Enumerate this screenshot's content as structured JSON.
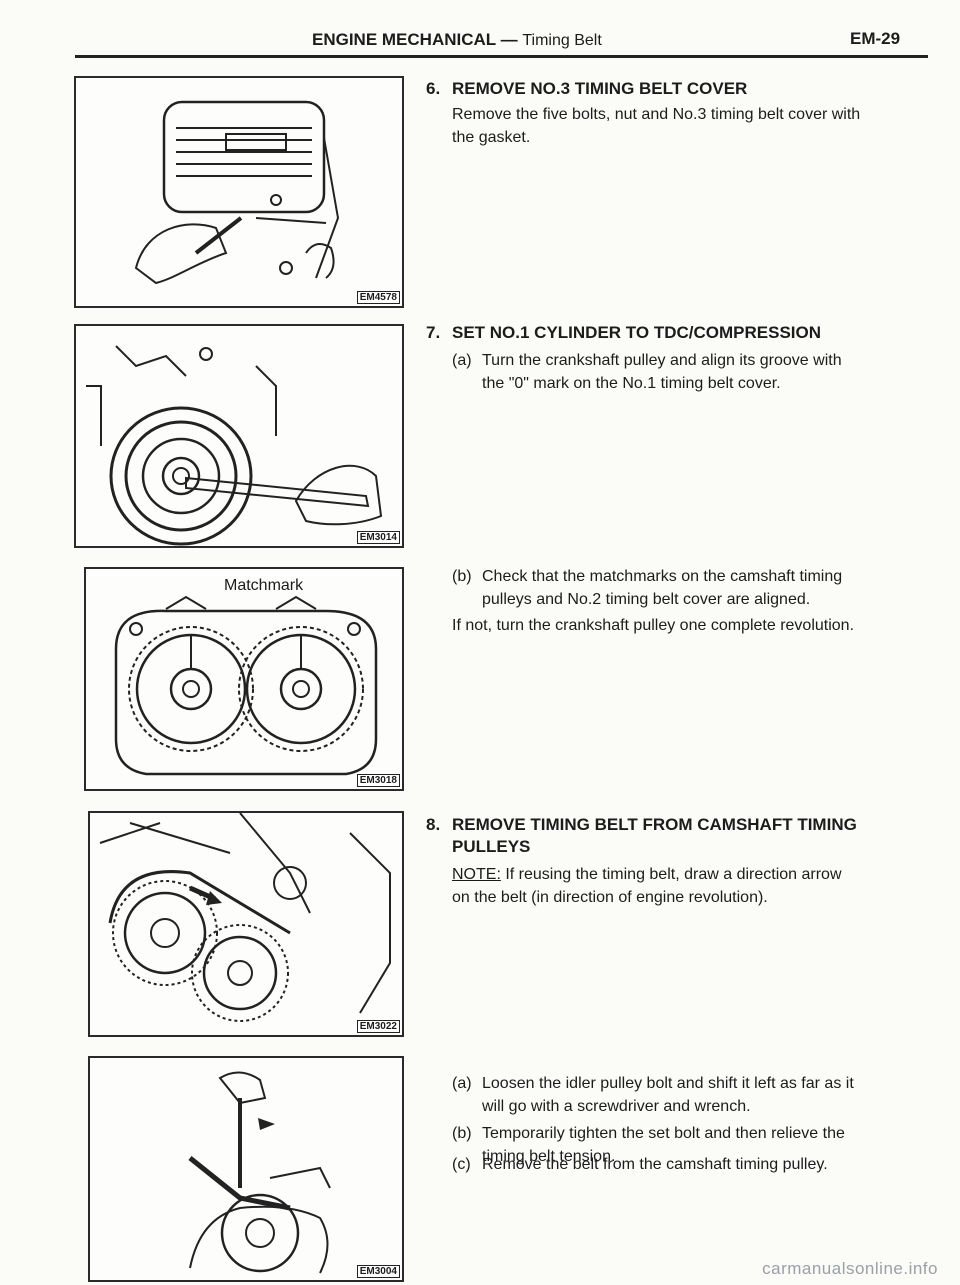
{
  "header": {
    "section": "ENGINE MECHANICAL",
    "separator": " — ",
    "subsection": "Timing Belt",
    "page": "EM-29"
  },
  "figures": [
    {
      "code": "EM4578"
    },
    {
      "code": "EM3014"
    },
    {
      "code": "EM3018",
      "label": "Matchmark"
    },
    {
      "code": "EM3022"
    },
    {
      "code": "EM3004"
    }
  ],
  "steps": {
    "s6": {
      "num": "6.",
      "title": "REMOVE NO.3 TIMING BELT COVER",
      "line1": "Remove the five bolts, nut and No.3 timing belt cover with",
      "line2": "the gasket."
    },
    "s7": {
      "num": "7.",
      "title": "SET NO.1 CYLINDER TO TDC/COMPRESSION",
      "a_tag": "(a)",
      "a_line1": "Turn the crankshaft pulley and align its groove with",
      "a_line2": "the \"0\" mark on the No.1 timing belt cover.",
      "b_tag": "(b)",
      "b_line1": "Check that the matchmarks on the camshaft timing",
      "b_line2": "pulleys and No.2 timing belt cover are aligned.",
      "b_note": "If not, turn the crankshaft pulley one complete revolution."
    },
    "s8": {
      "num": "8.",
      "title_line1": "REMOVE TIMING BELT FROM CAMSHAFT TIMING",
      "title_line2": "PULLEYS",
      "note_label": "NOTE:",
      "note_line1": " If reusing the timing belt, draw a direction arrow",
      "note_line2": "on the belt (in direction of engine revolution).",
      "a_tag": "(a)",
      "a_line1": "Loosen the idler pulley bolt and shift it left as far as it",
      "a_line2": "will go with a screwdriver and wrench.",
      "b_tag": "(b)",
      "b_line1": "Temporarily tighten the set bolt and then relieve the",
      "b_line2": "timing belt tension.",
      "c_tag": "(c)",
      "c_line1": "Remove the belt from the camshaft timing pulley."
    }
  },
  "watermark": "carmanualsonline.info"
}
